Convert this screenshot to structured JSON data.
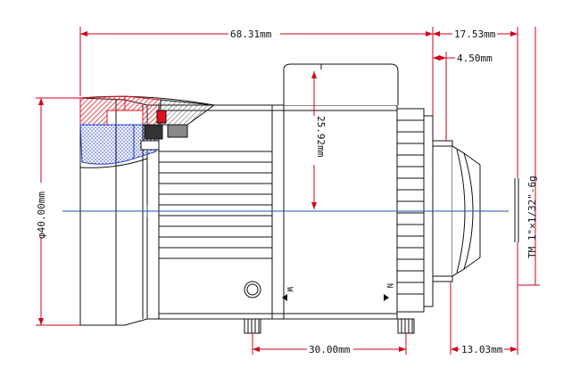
{
  "dimensions": {
    "overall_length": "68.31mm",
    "back_length": "17.53mm",
    "flange_offset": "4.50mm",
    "height": "25.92mm",
    "diameter": "φ40.00mm",
    "screw_spacing": "30.00mm",
    "mount_depth": "13.03mm"
  },
  "thread_spec": "TM 1\"×1/32\"-6g",
  "ring_labels": {
    "wide": "W",
    "near": "N"
  },
  "colors": {
    "line": "#111111",
    "dimension": "#d0021b",
    "axis": "#1f4fb0",
    "section_red": "#e0101e",
    "section_blue": "#2a3fd0"
  }
}
